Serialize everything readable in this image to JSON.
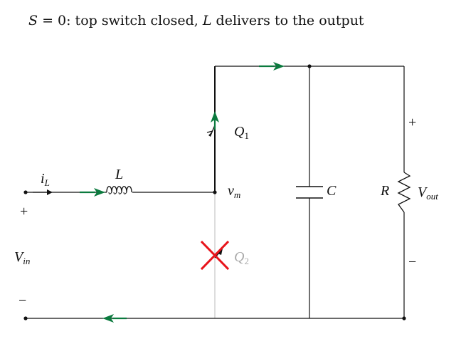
{
  "caption": {
    "s_var": "S",
    "condition": " = 0: top switch closed, ",
    "inductor_var": "L",
    "rest": " delivers to the output"
  },
  "labels": {
    "plus_in": "+",
    "minus_in": "−",
    "vin_main": "V",
    "vin_sub": "in",
    "il_main": "i",
    "il_sub": "L",
    "inductor": "L",
    "q1_main": "Q",
    "q1_sub": "1",
    "q2_main": "Q",
    "q2_sub": "2",
    "vm_main": "v",
    "vm_sub": "m",
    "capacitor": "C",
    "resistor": "R",
    "vout_main": "V",
    "vout_sub": "out",
    "plus_out": "+",
    "minus_out": "−"
  },
  "colors": {
    "wire": "#111111",
    "current_arrow": "#0b7a3e",
    "off_switch_cross": "#e8141b",
    "inactive_branch": "#dddddd",
    "inactive_label": "#aaaaaa"
  },
  "states": {
    "Q1": "closed",
    "Q2": "open"
  }
}
